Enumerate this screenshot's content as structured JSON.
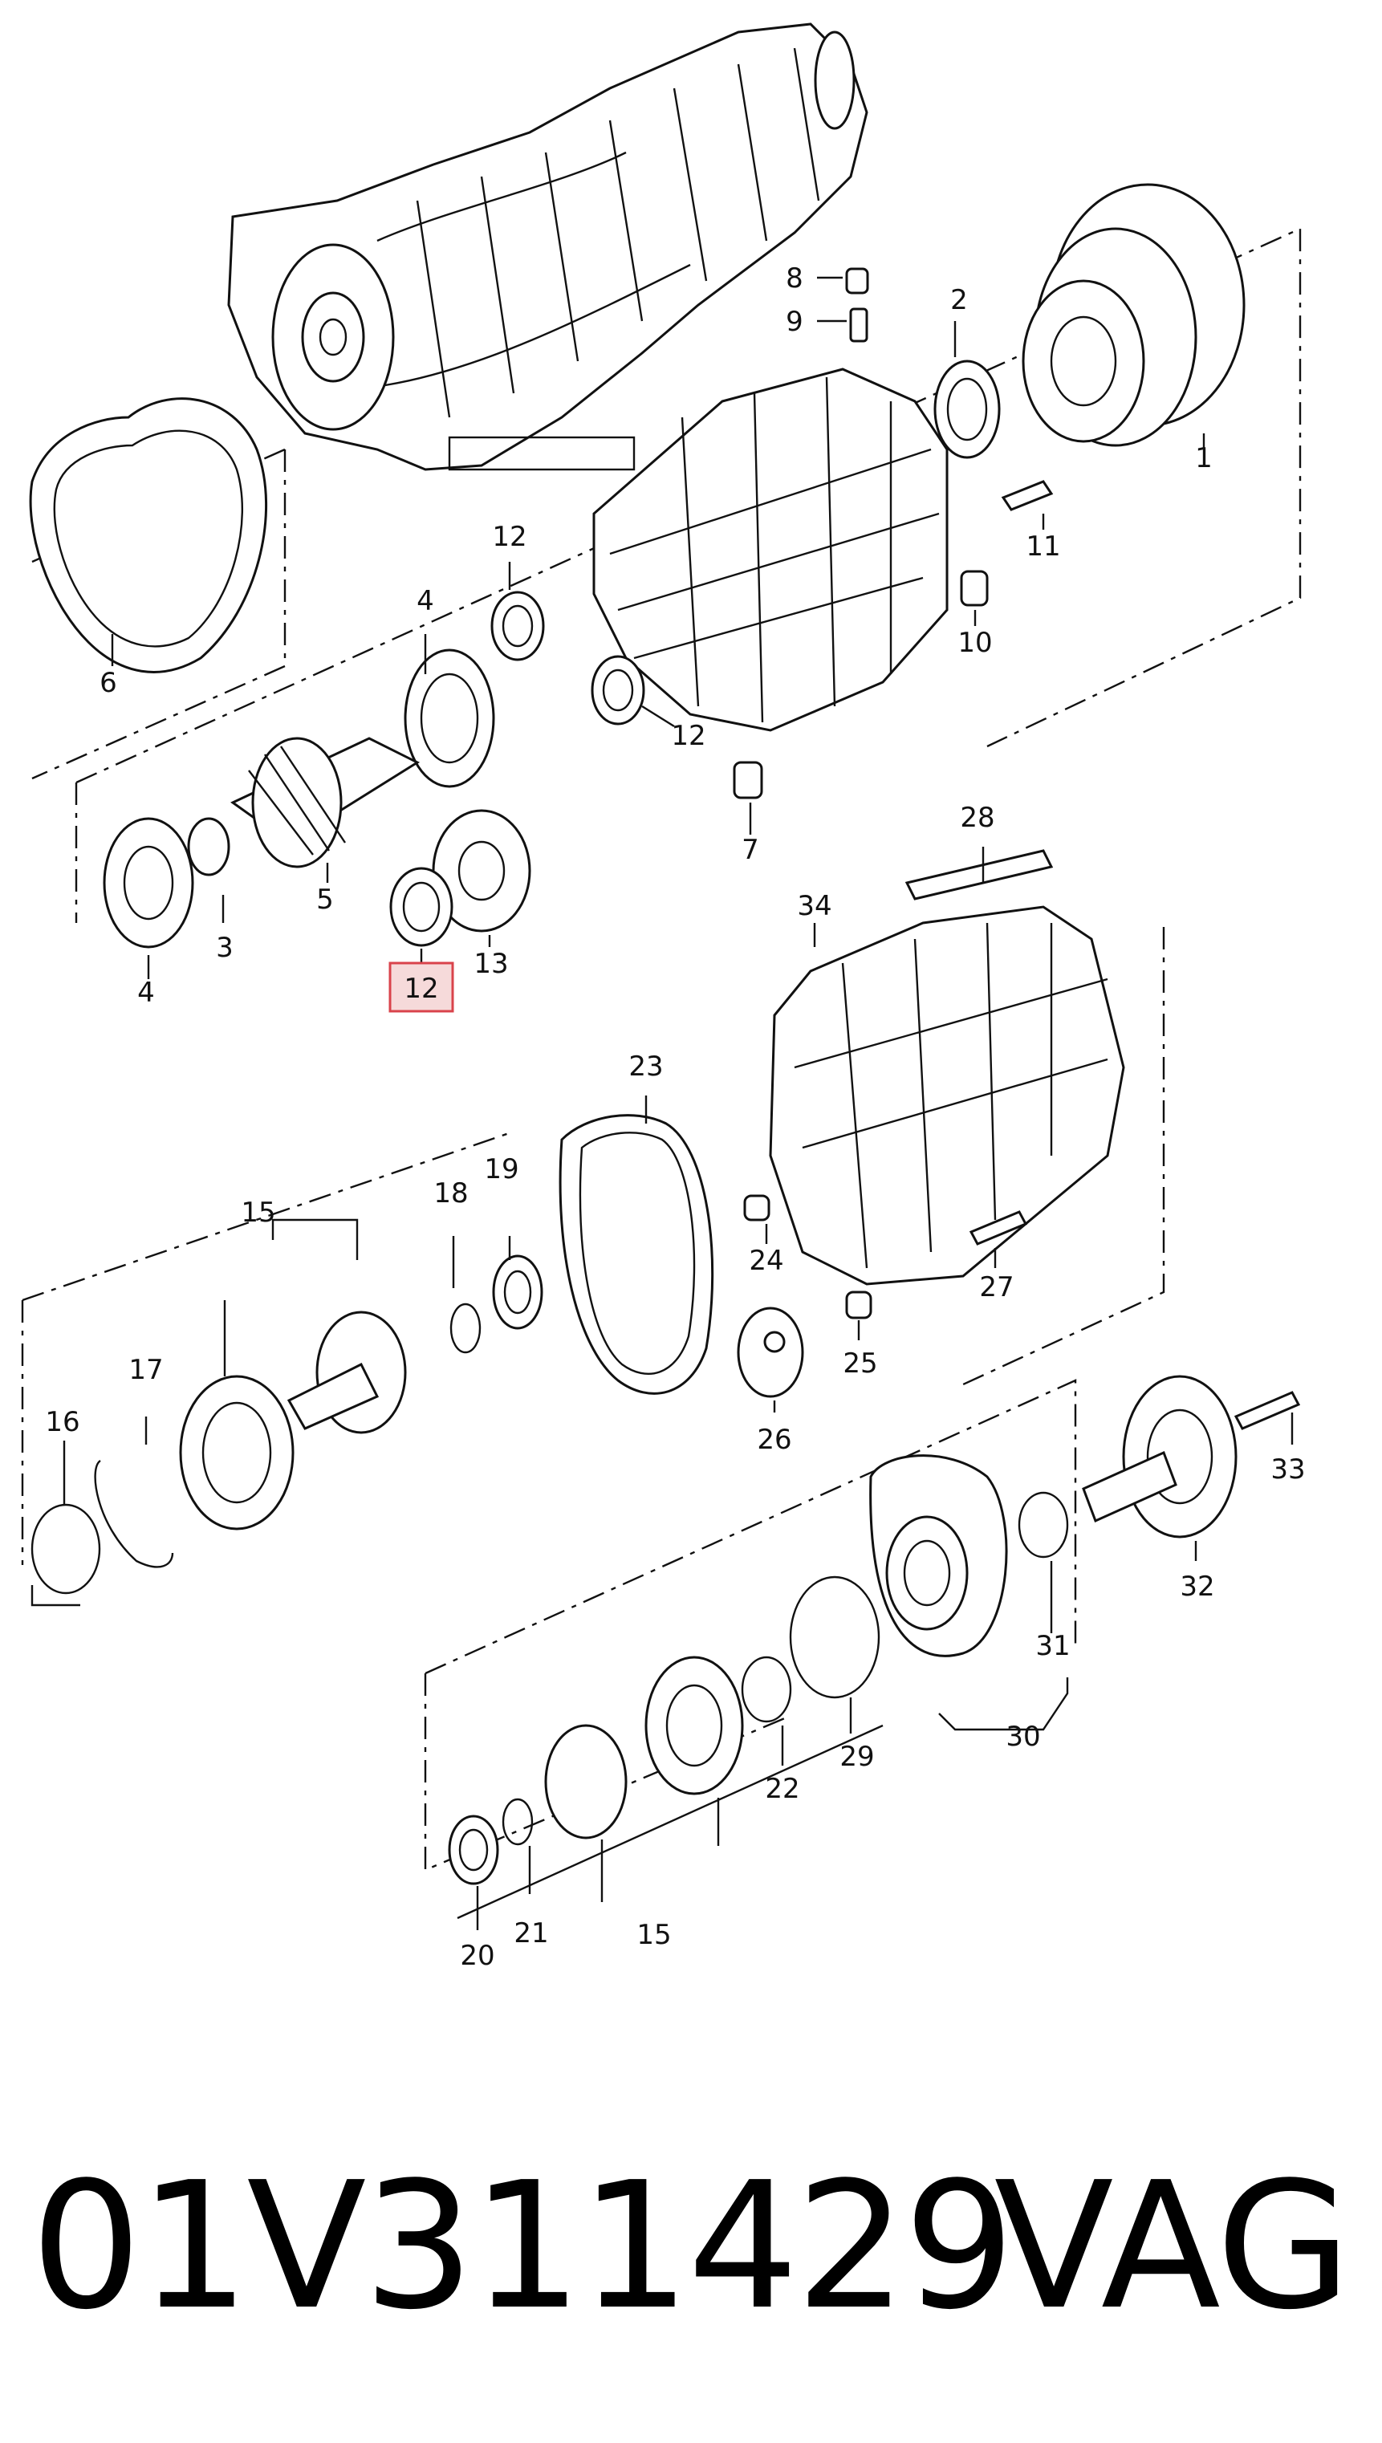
{
  "diagram": {
    "callouts": {
      "c1": "1",
      "c2": "2",
      "c3": "3",
      "c4a": "4",
      "c4b": "4",
      "c5": "5",
      "c6": "6",
      "c7": "7",
      "c8": "8",
      "c9": "9",
      "c10": "10",
      "c11": "11",
      "c12a": "12",
      "c12b": "12",
      "c12c": "12",
      "c13": "13",
      "c15a": "15",
      "c15b": "15",
      "c16": "16",
      "c17": "17",
      "c18": "18",
      "c19": "19",
      "c20": "20",
      "c21": "21",
      "c22": "22",
      "c23": "23",
      "c24": "24",
      "c25": "25",
      "c26": "26",
      "c27": "27",
      "c28": "28",
      "c29": "29",
      "c30": "30",
      "c31": "31",
      "c32": "32",
      "c33": "33",
      "c34": "34"
    },
    "highlighted_callout": "12",
    "highlight_color": "#d9434b"
  },
  "caption": {
    "part_number": "01V311429",
    "brand": "VAG"
  }
}
